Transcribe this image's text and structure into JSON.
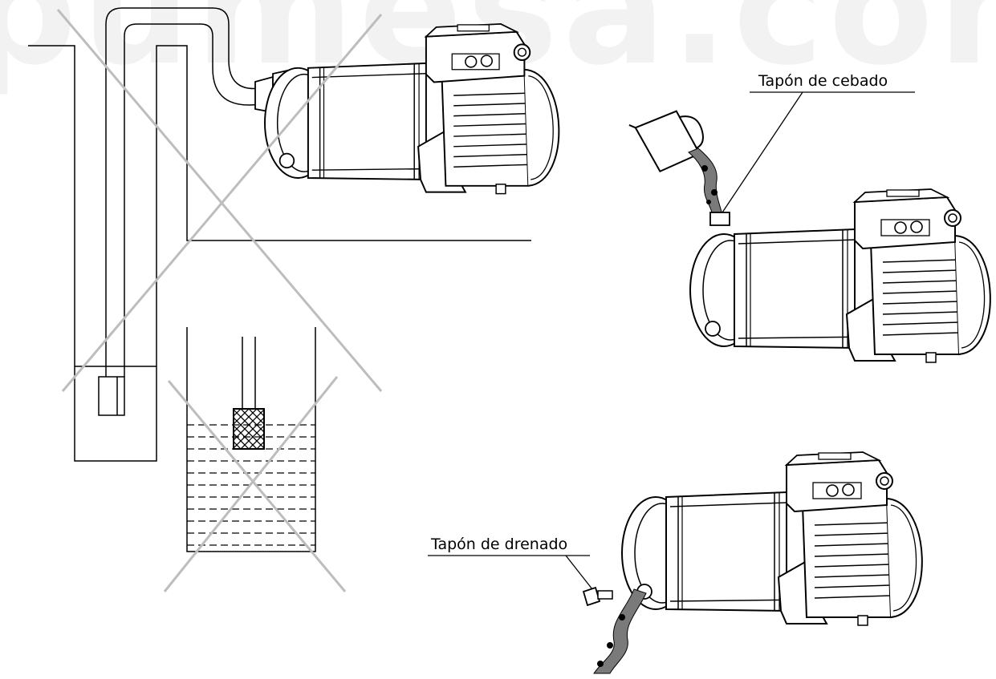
{
  "watermark": {
    "text": "pumesa.com",
    "color": "#f2f2f2"
  },
  "labels": {
    "priming_plug": "Tapón de cebado",
    "drain_plug": "Tapón de drenado"
  },
  "colors": {
    "line": "#000000",
    "cross": "#bdbdbd",
    "water": "#7a7a7a",
    "background": "#ffffff"
  },
  "figures": [
    {
      "name": "incorrect-installation-suction-pipe",
      "crossed_out": true
    },
    {
      "name": "incorrect-installation-tank-filter",
      "crossed_out": true
    },
    {
      "name": "priming-pump",
      "crossed_out": false
    },
    {
      "name": "draining-pump",
      "crossed_out": false
    }
  ]
}
